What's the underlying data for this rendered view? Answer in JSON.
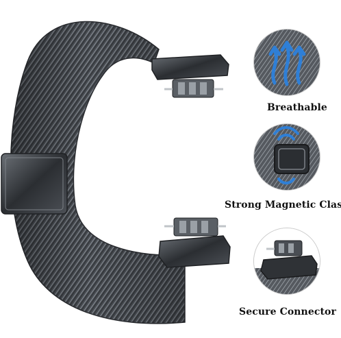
{
  "features": [
    {
      "label": "Breathable",
      "icon": "airflow-arrows-icon"
    },
    {
      "label": "Strong Magnetic Clasp",
      "icon": "magnet-clasp-icon"
    },
    {
      "label": "Secure Connector",
      "icon": "connector-icon"
    }
  ],
  "colors": {
    "mesh_dark": "#3a3d42",
    "mesh_mid": "#5c6066",
    "mesh_light": "#9aa0a6",
    "accent_blue": "#2f7fd6",
    "caption": "#111111"
  }
}
